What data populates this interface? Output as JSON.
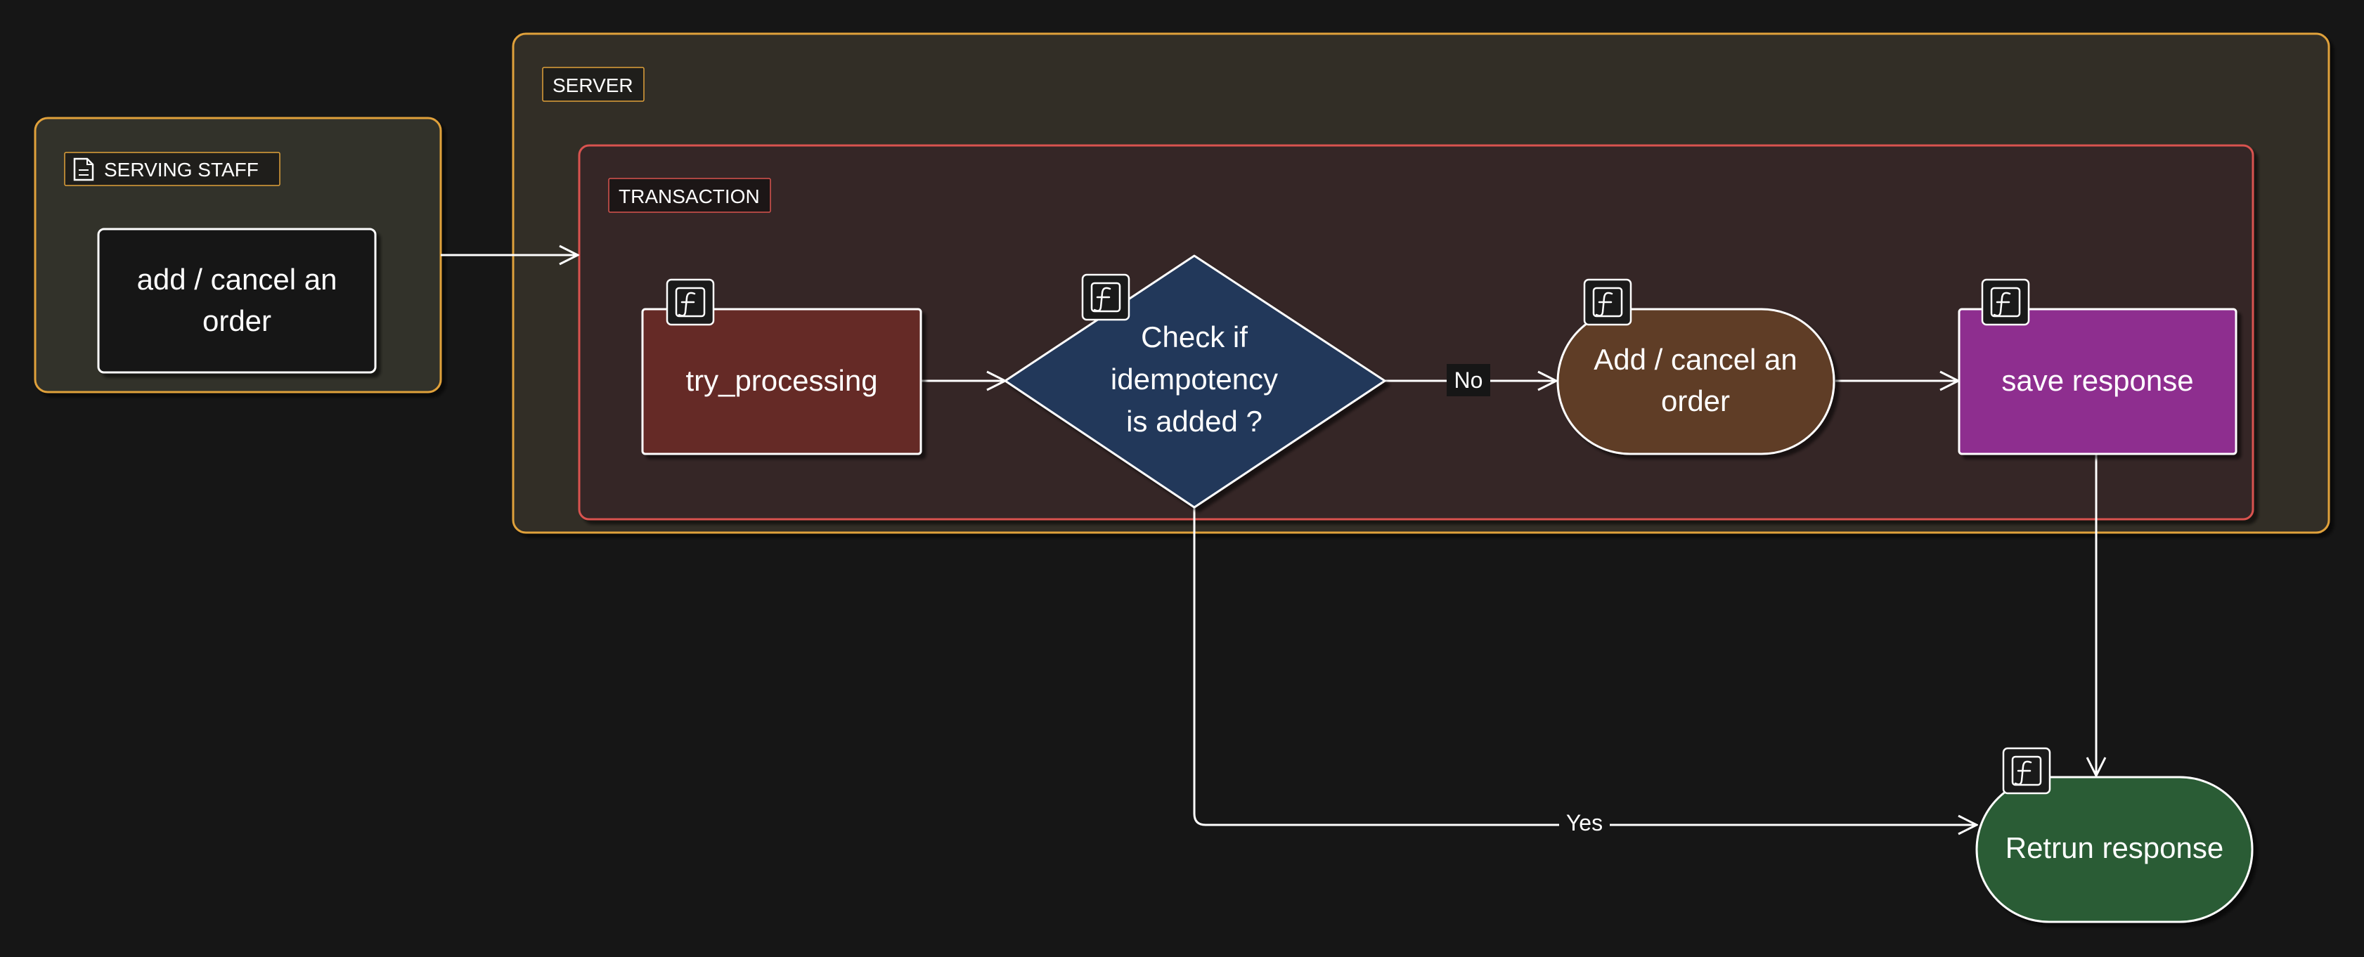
{
  "groups": {
    "serving_staff": {
      "label": "SERVING STAFF",
      "icon": "document-icon"
    },
    "server": {
      "label": "SERVER"
    },
    "transaction": {
      "label": "TRANSACTION"
    }
  },
  "nodes": {
    "add_cancel_staff": {
      "line1": "add / cancel an",
      "line2": "order"
    },
    "try_processing": {
      "label": "try_processing",
      "icon": "function-icon"
    },
    "check_idempotency": {
      "line1": "Check if",
      "line2": "idempotency",
      "line3": "is added ?",
      "icon": "function-icon"
    },
    "add_cancel_order": {
      "line1": "Add / cancel an",
      "line2": "order",
      "icon": "function-icon"
    },
    "save_response": {
      "label": "save response",
      "icon": "function-icon"
    },
    "return_response": {
      "label": "Retrun response",
      "icon": "function-icon"
    }
  },
  "edges": {
    "no_label": "No",
    "yes_label": "Yes"
  },
  "colors": {
    "background": "#161616",
    "group_border_orange": "#e0a13a",
    "group_border_red": "#d9534f",
    "try_processing_fill": "#652a28",
    "decision_fill": "#22375a",
    "add_cancel_fill": "#5e3d26",
    "save_response_fill": "#8e2d8f",
    "return_response_fill": "#2c5c34"
  }
}
